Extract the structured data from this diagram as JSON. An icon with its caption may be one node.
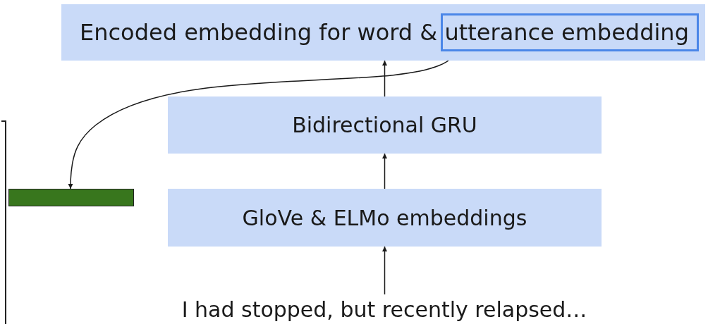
{
  "diagram": {
    "nodes": [
      {
        "text": [
          "Encoded embedding for word & utterance embedding"
        ]
      },
      {
        "text": [],
        "shape": "box",
        "in": 0
      },
      {
        "text": [
          "Bidirectional GRU"
        ]
      },
      {
        "text": [
          "GloVe & ELMo embeddings"
        ]
      },
      {
        "text": [
          "I had stopped, but recently relapsed…"
        ]
      },
      {
        "text": [],
        "shape": "bar"
      }
    ],
    "edges": [
      {
        "from": 4,
        "to": 3,
        "arrow": "to"
      },
      {
        "from": 3,
        "to": 2,
        "arrow": "to"
      },
      {
        "from": 2,
        "to": 0,
        "arrow": "to"
      },
      {
        "from": 1,
        "to": 5,
        "arrow": "to"
      }
    ]
  }
}
